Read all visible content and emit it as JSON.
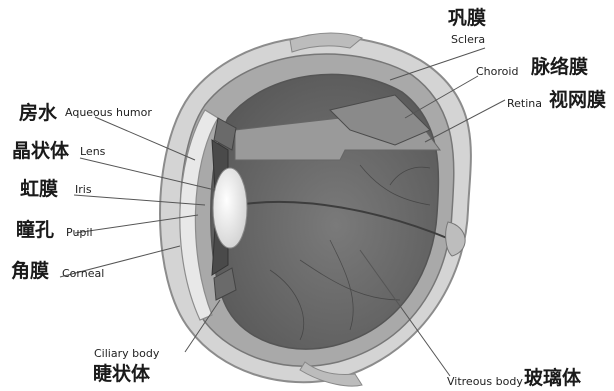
{
  "labels": {
    "sclera": {
      "zh": "巩膜",
      "en": "Sclera"
    },
    "choroid": {
      "zh": "脉络膜",
      "en": "Choroid"
    },
    "retina": {
      "zh": "视网膜",
      "en": "Retina"
    },
    "aqueous": {
      "zh": "房水",
      "en": "Aqueous humor"
    },
    "lens": {
      "zh": "晶状体",
      "en": "Lens"
    },
    "iris": {
      "zh": "虹膜",
      "en": "Iris"
    },
    "pupil": {
      "zh": "瞳孔",
      "en": "Pupil"
    },
    "cornea": {
      "zh": "角膜",
      "en": "Corneal"
    },
    "ciliary": {
      "zh": "睫状体",
      "en": "Ciliary body"
    },
    "vitreous": {
      "zh": "玻璃体",
      "en": "Vitreous body"
    }
  },
  "colors": {
    "outer_wall": "#c8c8c8",
    "vitreous_fill": "#6f6f6f",
    "lens_fill": "#f2f2f2",
    "leader_line": "#555555"
  }
}
